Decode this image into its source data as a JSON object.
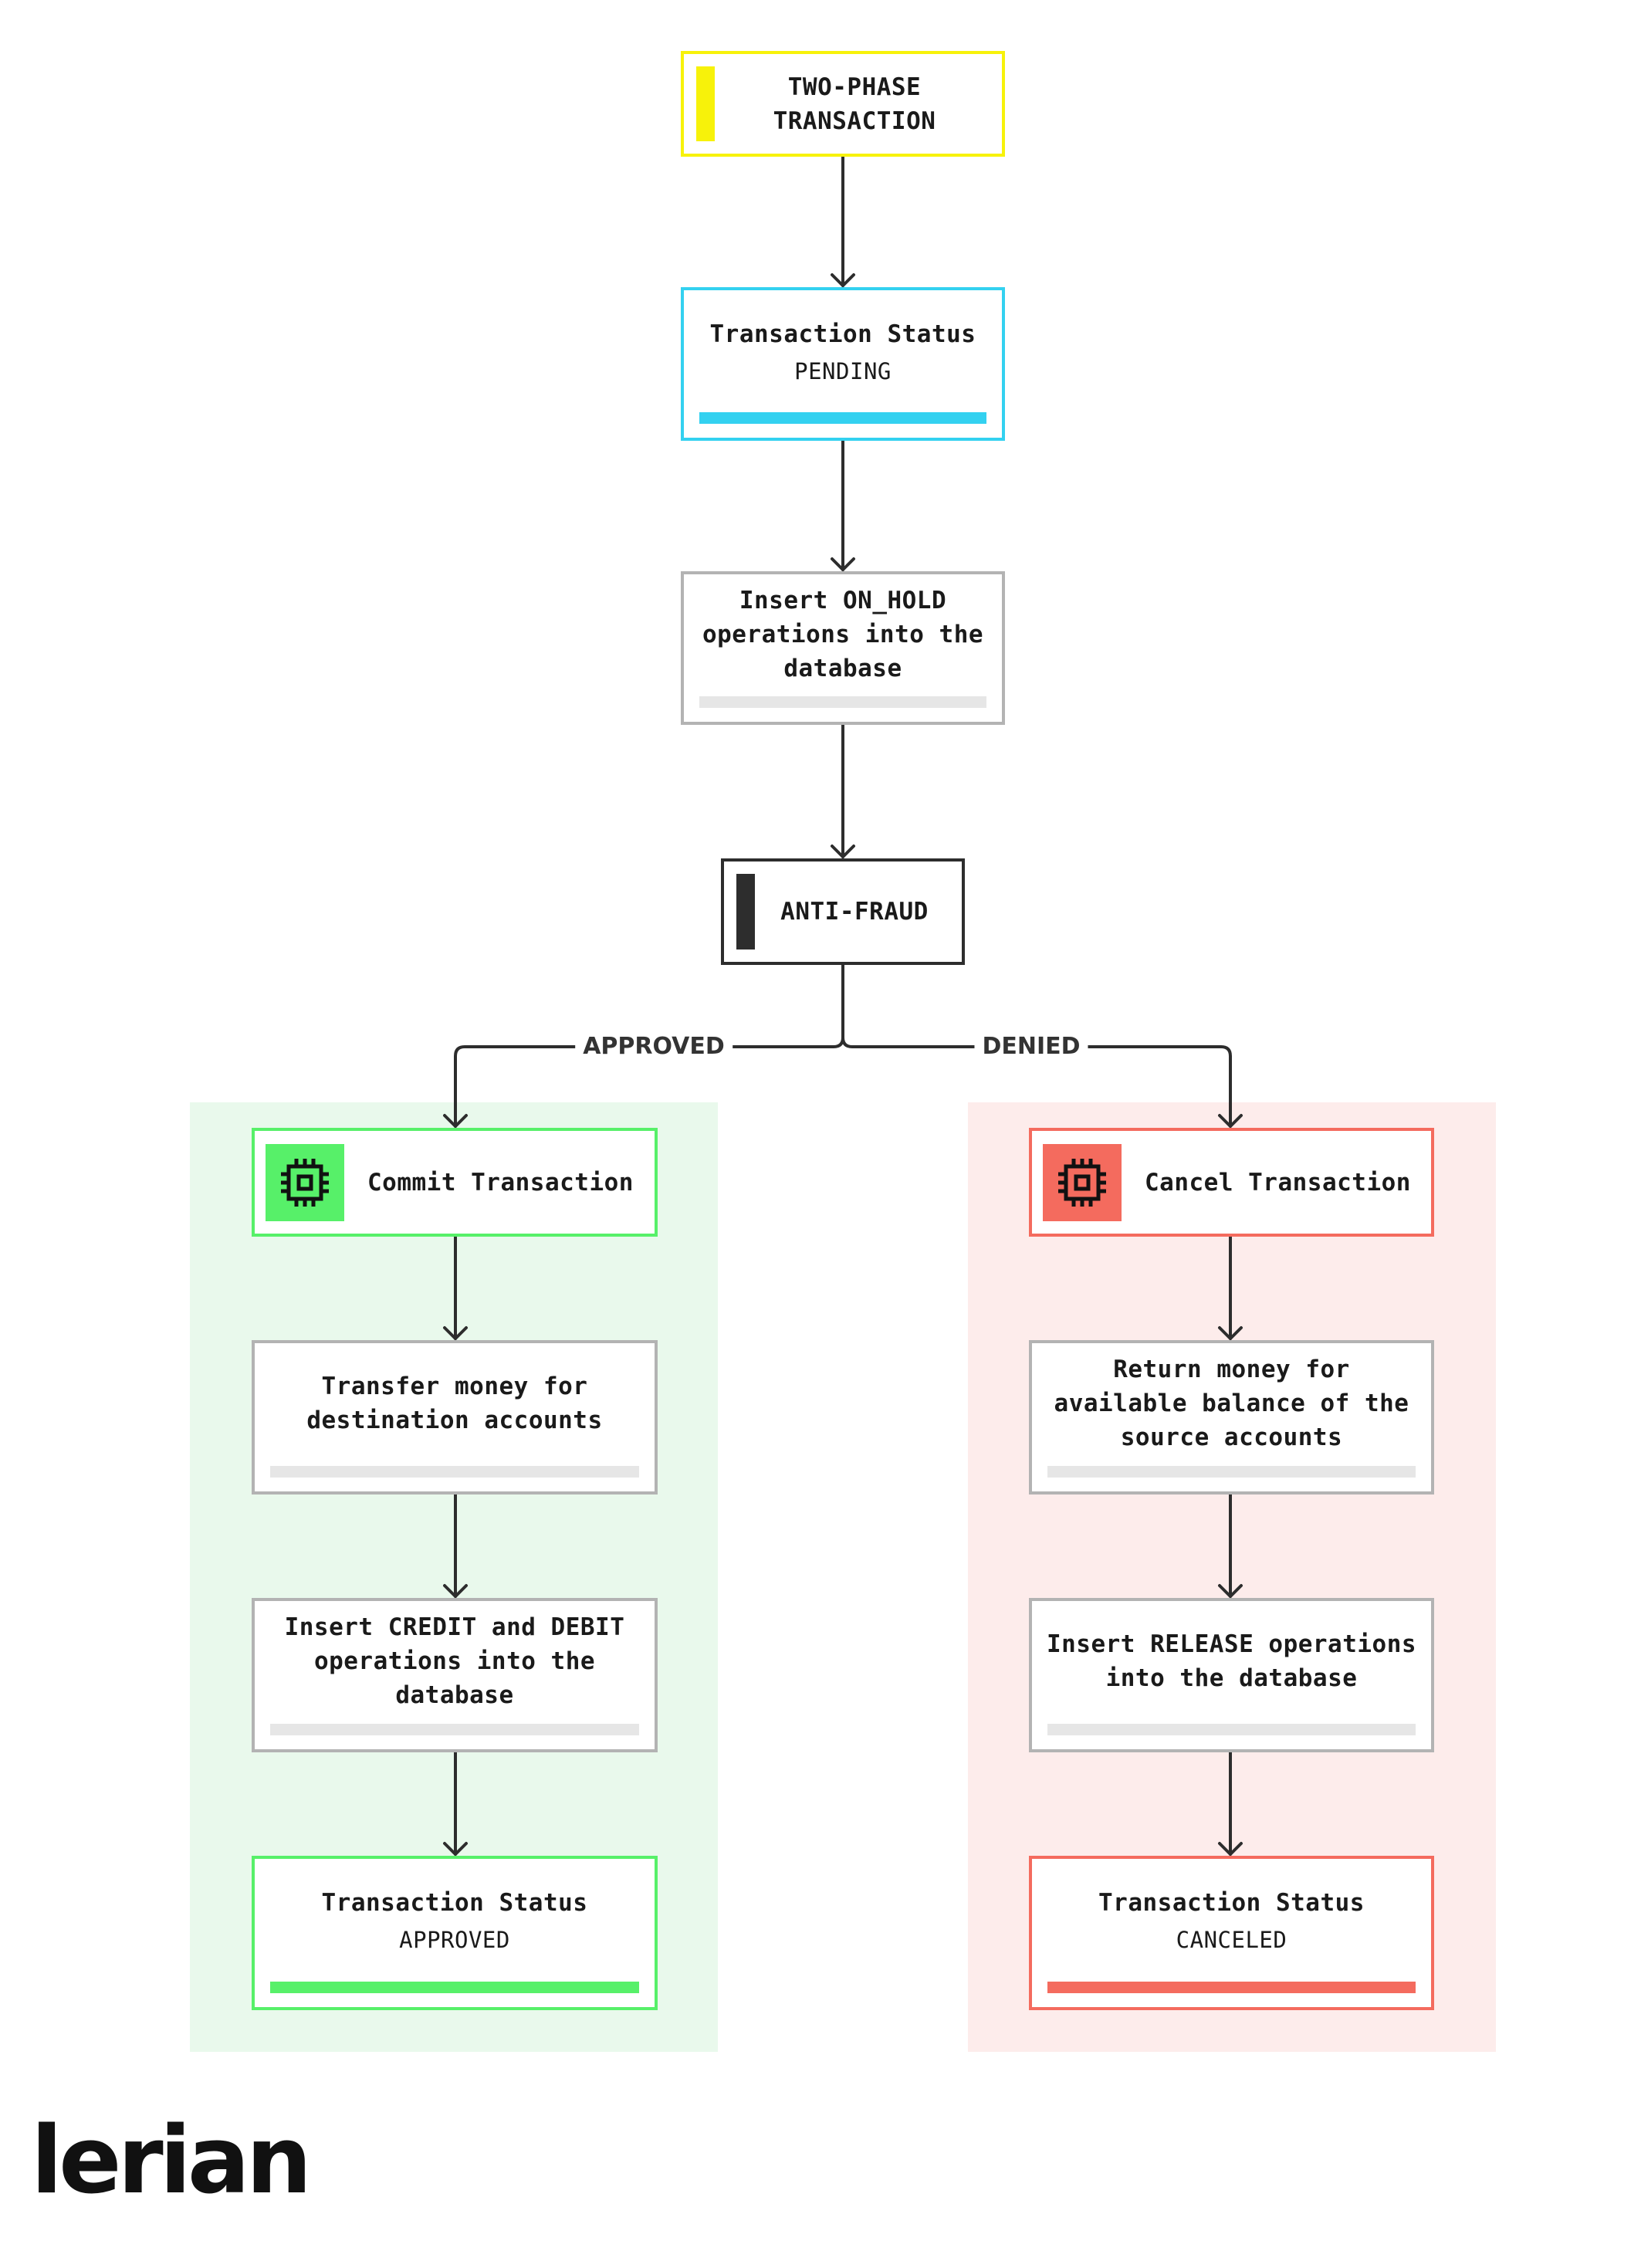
{
  "colors": {
    "yellow": "#f7f20a",
    "cyan": "#33d1f0",
    "green": "#57f069",
    "red": "#f46b5e",
    "dark": "#2d2d2d",
    "gray_border": "#b3b3b3",
    "lane_green": "#e9f9ec",
    "lane_red": "#fdeceb"
  },
  "nodes": {
    "start": {
      "title": "TWO-PHASE\nTRANSACTION"
    },
    "pending": {
      "title": "Transaction Status",
      "status": "PENDING"
    },
    "on_hold": {
      "title": "Insert ON_HOLD\noperations into the\ndatabase"
    },
    "anti_fraud": {
      "title": "ANTI-FRAUD"
    },
    "commit": {
      "title": "Commit Transaction",
      "icon": "chip-icon"
    },
    "transfer": {
      "title": "Transfer money for\ndestination accounts"
    },
    "credit_debit": {
      "title": "Insert CREDIT and DEBIT\noperations into the\ndatabase"
    },
    "approved": {
      "title": "Transaction Status",
      "status": "APPROVED"
    },
    "cancel": {
      "title": "Cancel Transaction",
      "icon": "chip-icon"
    },
    "return_money": {
      "title": "Return money for\navailable balance of the\nsource accounts"
    },
    "release": {
      "title": "Insert RELEASE operations\ninto the database"
    },
    "canceled": {
      "title": "Transaction Status",
      "status": "CANCELED"
    }
  },
  "branches": {
    "approved_label": "APPROVED",
    "denied_label": "DENIED"
  },
  "logo": {
    "text": "lerian"
  }
}
